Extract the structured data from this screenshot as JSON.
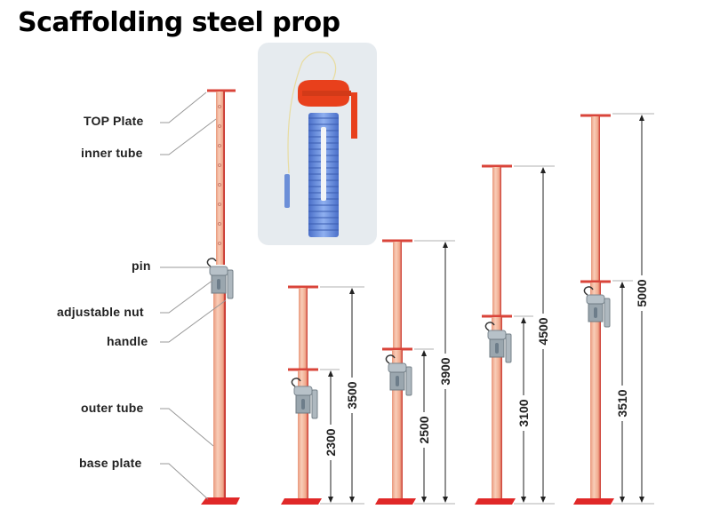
{
  "title": "Scaffolding steel prop",
  "labels": {
    "top_plate": "TOP Plate",
    "inner_tube": "inner tube",
    "pin": "pin",
    "adjustable_nut": "adjustable nut",
    "handle": "handle",
    "outer_tube": "outer tube",
    "base_plate": "base plate"
  },
  "props": [
    {
      "min": "2300",
      "max": "3500"
    },
    {
      "min": "2500",
      "max": "3900"
    },
    {
      "min": "3100",
      "max": "4500"
    },
    {
      "min": "3510",
      "max": "5000"
    }
  ],
  "colors": {
    "tube": "#f2b59a",
    "tube_edge": "#d9443a",
    "plate": "#e02828",
    "nut": "#a9b4bc",
    "inset_bg": "#e6ebef",
    "inset_nut": "#e8401c",
    "inset_thread": "#5b7fd6"
  }
}
